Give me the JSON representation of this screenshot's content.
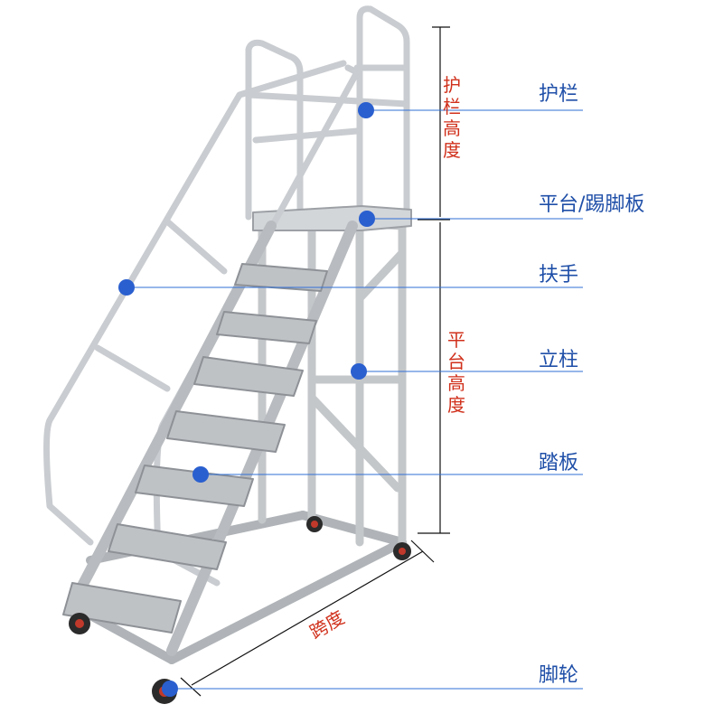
{
  "colors": {
    "label_text": "#1f4fa8",
    "dimension_text": "#d0301b",
    "leader_line": "#2f6fd6",
    "marker": "#2a5fcf",
    "dimension_line": "#111111",
    "ladder_metal": "#c9cccf",
    "ladder_shadow": "#8e9297",
    "tread": "#b7babd",
    "wheel": "#2b2b2b",
    "wheel_hub": "#c0392b"
  },
  "parts": [
    {
      "id": "guardrail",
      "label": "护栏"
    },
    {
      "id": "platform",
      "label": "平台/踢脚板"
    },
    {
      "id": "handrail",
      "label": "扶手"
    },
    {
      "id": "column",
      "label": "立柱"
    },
    {
      "id": "tread",
      "label": "踏板"
    },
    {
      "id": "caster",
      "label": "脚轮"
    }
  ],
  "dimensions": {
    "guardrail_height": "护栏高度",
    "platform_height": "平台高度",
    "span": "跨度"
  }
}
